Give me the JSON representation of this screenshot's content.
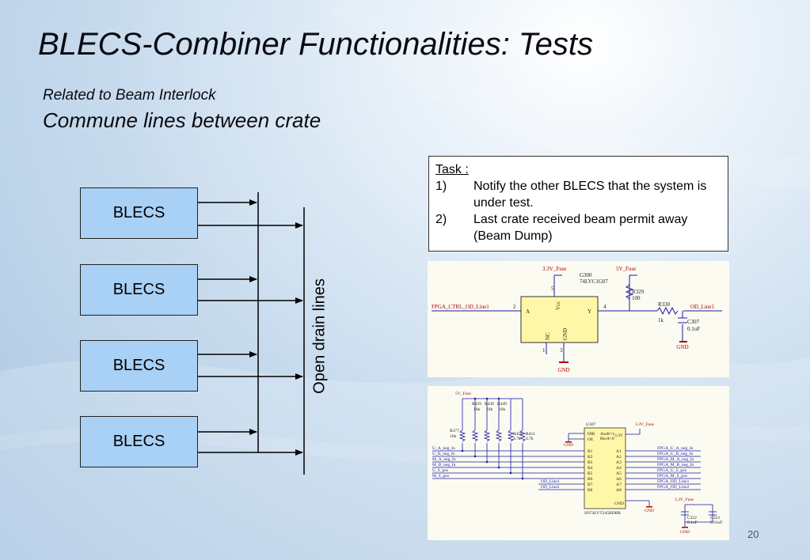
{
  "slide": {
    "title": "BLECS-Combiner Functionalities: Tests",
    "subtitle1": "Related to Beam Interlock",
    "subtitle2": "Commune lines between crate",
    "page_number": "20"
  },
  "diagram": {
    "blecs_labels": [
      "BLECS",
      "BLECS",
      "BLECS",
      "BLECS"
    ],
    "bus_label": "Open drain lines"
  },
  "task": {
    "heading": "Task :",
    "items": [
      {
        "num": "1)",
        "text": "Notify the other BLECS that the system is under test."
      },
      {
        "num": "2)",
        "text": "Last crate received beam permit away (Beam Dump)"
      }
    ]
  },
  "schematic1": {
    "supply_a": "3.3V_Fuse",
    "supply_b": "5V_Fuse",
    "part": "G300",
    "part_type": "74LVC1G07",
    "input_net": "FPGA_CTRL_OD_Line1",
    "output_net": "OD_Line1",
    "r1_ref": "R329",
    "r1_val": "100",
    "r2_ref": "R330",
    "r2_val": "1k",
    "c_ref": "C307",
    "c_val": "0.1uF",
    "gnd": "GND",
    "pin_a": "A",
    "pin_y": "Y",
    "pin_vcc": "Vcc",
    "pin_gnd": "GND",
    "pin_nc": "NC",
    "pin_in": "2",
    "pin_out": "4",
    "pin_vcc_num": "5",
    "pin_gnd_num": "3",
    "pin_nc_num": "1"
  },
  "schematic2": {
    "supply_top": "5V_Fuse",
    "supply_right": "3.3V_Fuse",
    "supply_bottom": "3.3V_Fuse",
    "chip_ref": "U307",
    "chip_type": "SN74LVT245BDBR",
    "chip_ctrl1": "DIR",
    "chip_ctrl2": "OE",
    "chip_ctrl_note1": "AtoB=1",
    "chip_ctrl_note2": "BtoA=0",
    "chip_supply": "3.3V",
    "pullups": [
      {
        "ref": "R429",
        "val": "10k"
      },
      {
        "ref": "R430",
        "val": "10k"
      },
      {
        "ref": "R449",
        "val": "10k"
      }
    ],
    "side_resistors": [
      {
        "ref": "R377",
        "val": "10k"
      },
      {
        "ref": "R450",
        "val": "4.7k"
      },
      {
        "ref": "R451",
        "val": "4.7k"
      }
    ],
    "left_nets": [
      "U_A_neg_In",
      "U_B_neg_In",
      "M_A_neg_In",
      "M_B_neg_In",
      "U_S_pos",
      "M_S_pos"
    ],
    "od_nets": [
      "OD_Line1",
      "OD_Line2"
    ],
    "b_pins": [
      "B1",
      "B2",
      "B3",
      "B4",
      "B5",
      "B6",
      "B7",
      "B8"
    ],
    "a_pins": [
      "A1",
      "A2",
      "A3",
      "A4",
      "A5",
      "A6",
      "A7",
      "A8"
    ],
    "right_nets": [
      "FPGA_U_A_neg_In",
      "FPGA_U_B_neg_In",
      "FPGA_M_A_neg_In",
      "FPGA_M_B_neg_In",
      "FPGA_U_S_pos",
      "FPGA_M_S_pos",
      "FPGA_OD_Line1",
      "FPGA_OD_Line2"
    ],
    "caps": [
      {
        "ref": "C322",
        "val": "0.1uF"
      },
      {
        "ref": "C323",
        "val": "0.01uF"
      }
    ],
    "gnd": "GND"
  },
  "colors": {
    "blecs_fill": "#a9d0f5",
    "wire": "#000000",
    "schem_net": "#1a1aa8",
    "schem_wire": "#1a1aa8",
    "schem_label": "#b00000",
    "chip_fill": "#fff7a8"
  }
}
